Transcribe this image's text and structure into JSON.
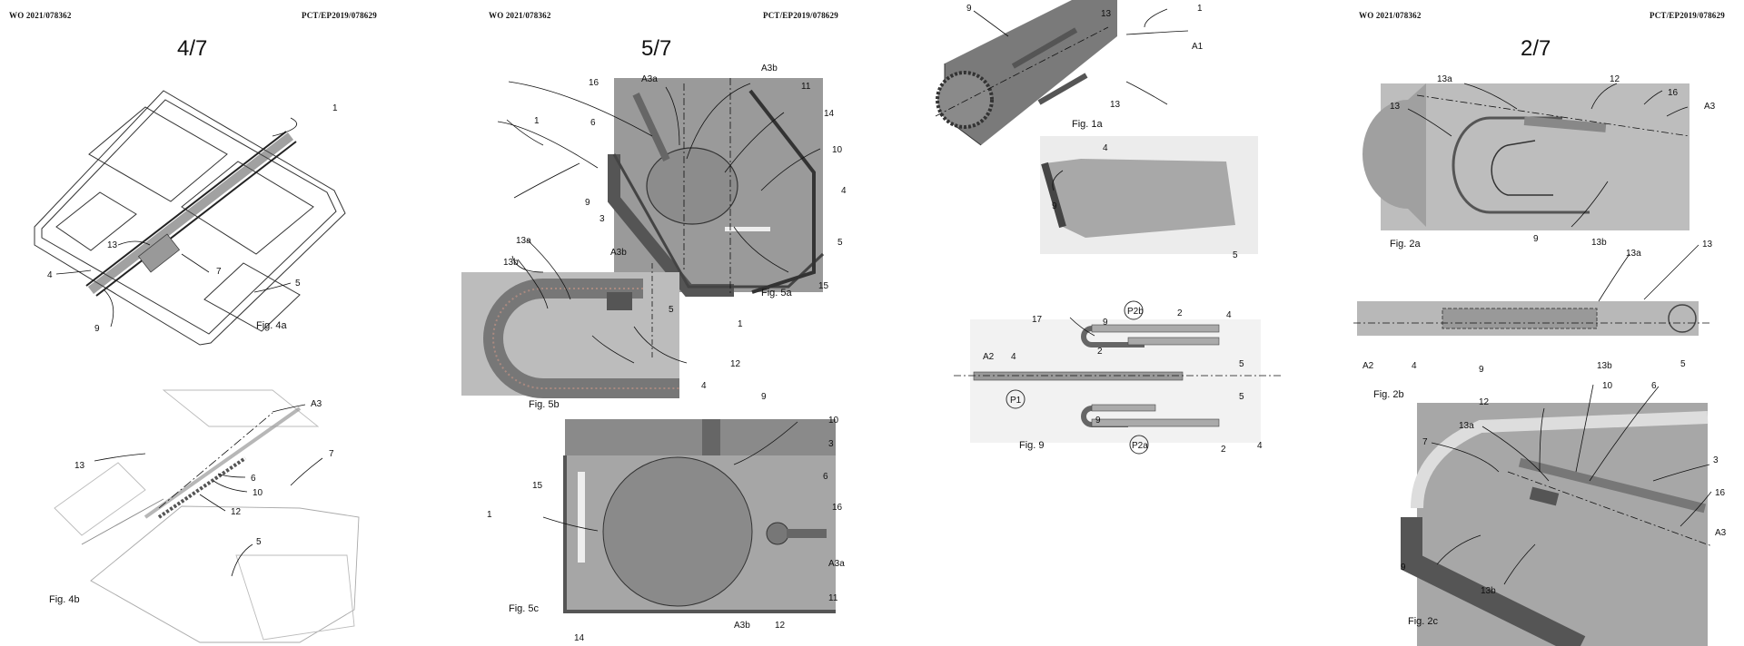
{
  "pages": [
    {
      "header_left": "WO 2021/078362",
      "header_right": "PCT/EP2019/078629",
      "page_number": "4/7",
      "figures": [
        "Fig. 4a",
        "Fig. 4b"
      ],
      "labels": [
        "1",
        "13",
        "7",
        "4",
        "5",
        "9",
        "A3",
        "7",
        "13",
        "6",
        "10",
        "12",
        "5"
      ]
    },
    {
      "header_left": "WO 2021/078362",
      "header_right": "PCT/EP2019/078629",
      "page_number": "5/7",
      "figures": [
        "Fig. 5a",
        "Fig. 5b",
        "Fig. 5c"
      ],
      "labels": [
        "16",
        "A3a",
        "A3b",
        "11",
        "1",
        "6",
        "14",
        "10",
        "9",
        "4",
        "3",
        "5",
        "15",
        "13a",
        "13b",
        "A3b",
        "5",
        "1",
        "12",
        "4",
        "9",
        "10",
        "3",
        "15",
        "6",
        "1",
        "16",
        "A3a",
        "11",
        "14",
        "A3b",
        "12"
      ]
    },
    {
      "header_left": "",
      "header_right": "",
      "page_number": "",
      "figures": [
        "Fig. 1a",
        "Fig. 9"
      ],
      "labels": [
        "9",
        "13",
        "1",
        "A1",
        "13",
        "4",
        "9",
        "5",
        "17",
        "P2b",
        "9",
        "2",
        "4",
        "A2",
        "4",
        "2",
        "5",
        "P1",
        "5",
        "9",
        "P2a",
        "2",
        "4"
      ]
    },
    {
      "header_left": "WO 2021/078362",
      "header_right": "PCT/EP2019/078629",
      "page_number": "2/7",
      "figures": [
        "Fig. 2a",
        "Fig. 2b",
        "Fig. 2c"
      ],
      "labels": [
        "13a",
        "12",
        "16",
        "A3",
        "13",
        "9",
        "13b",
        "13",
        "13a",
        "A2",
        "4",
        "9",
        "13b",
        "5",
        "12",
        "10",
        "6",
        "13a",
        "7",
        "3",
        "16",
        "9",
        "13b",
        "A3"
      ]
    }
  ]
}
